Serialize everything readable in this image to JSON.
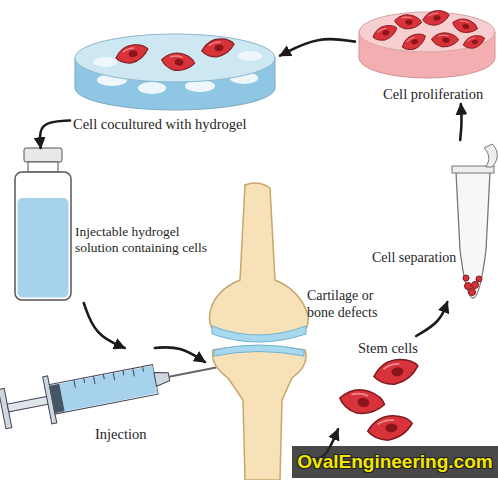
{
  "diagram": {
    "nodes": [
      {
        "text": [
          "Stem cells"
        ]
      },
      {
        "text": [
          "Cell separation"
        ]
      },
      {
        "text": [
          "Cell proliferation"
        ]
      },
      {
        "text": [
          "Cell cocultured with hydrogel"
        ]
      },
      {
        "text": [
          "Injectable hydrogel solution containing cells"
        ]
      },
      {
        "text": [
          "Injection"
        ]
      },
      {
        "text": [
          "Cartilage or bone defects"
        ]
      }
    ],
    "edges": [
      {
        "from": 0,
        "to": 1,
        "arrow": "to"
      },
      {
        "from": 1,
        "to": 2,
        "arrow": "to"
      },
      {
        "from": 2,
        "to": 3,
        "arrow": "to"
      },
      {
        "from": 3,
        "to": 4,
        "arrow": "to"
      },
      {
        "from": 4,
        "to": 5,
        "arrow": "to"
      },
      {
        "from": 5,
        "to": 6,
        "arrow": "to"
      },
      {
        "from": 6,
        "to": 0,
        "arrow": "to"
      }
    ],
    "labels": [
      "OvalEngineering.com"
    ]
  }
}
